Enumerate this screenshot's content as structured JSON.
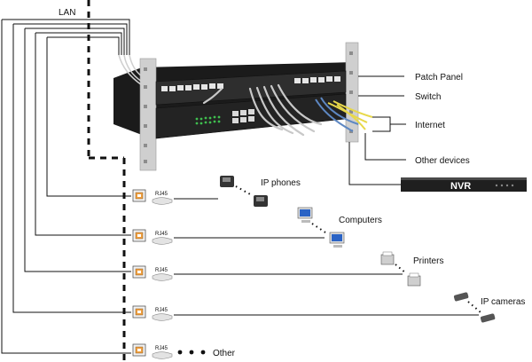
{
  "lan_label": "LAN",
  "rack_labels": {
    "patch_panel": "Patch Panel",
    "switch": "Switch",
    "internet": "Internet",
    "other_devices": "Other devices",
    "nvr": "NVR"
  },
  "outlets": [
    {
      "jack": "RJ45",
      "device": "IP phones",
      "icon": "ip-phone-icon"
    },
    {
      "jack": "RJ45",
      "device": "Computers",
      "icon": "computer-icon"
    },
    {
      "jack": "RJ45",
      "device": "Printers",
      "icon": "printer-icon"
    },
    {
      "jack": "RJ45",
      "device": "IP cameras",
      "icon": "ip-camera-icon"
    },
    {
      "jack": "RJ45",
      "device": "Other",
      "icon": "ellipsis-icon"
    }
  ],
  "colors": {
    "rack_body": "#2b2b2b",
    "rack_frame": "#c9c9c9",
    "switch_led": "#3fbf4f",
    "internet_cable": "#e8d84a",
    "nvr": "#1f1f1f",
    "line": "#111111"
  }
}
